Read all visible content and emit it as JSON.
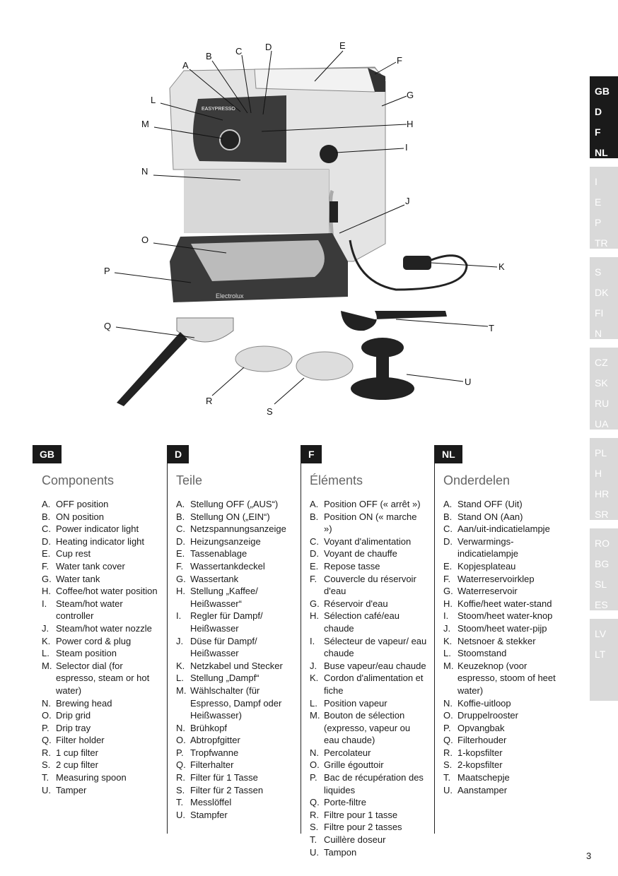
{
  "diagram": {
    "labels": {
      "A": "A",
      "B": "B",
      "C": "C",
      "D": "D",
      "E": "E",
      "F": "F",
      "G": "G",
      "H": "H",
      "I": "I",
      "J": "J",
      "K": "K",
      "L": "L",
      "M": "M",
      "N": "N",
      "O": "O",
      "P": "P",
      "Q": "Q",
      "R": "R",
      "S": "S",
      "T": "T",
      "U": "U"
    },
    "brand": "Electrolux",
    "model": "EASYPRESSO"
  },
  "columns": [
    {
      "tab": "GB",
      "heading": "Components",
      "items": [
        [
          "A.",
          "OFF position"
        ],
        [
          "B.",
          "ON position"
        ],
        [
          "C.",
          "Power indicator light"
        ],
        [
          "D.",
          "Heating indicator light"
        ],
        [
          "E.",
          "Cup rest"
        ],
        [
          "F.",
          "Water tank cover"
        ],
        [
          "G.",
          "Water tank"
        ],
        [
          "H.",
          "Coffee/hot water position"
        ],
        [
          "I.",
          "Steam/hot water controller"
        ],
        [
          "J.",
          "Steam/hot water nozzle"
        ],
        [
          "K.",
          "Power cord & plug"
        ],
        [
          "L.",
          "Steam position"
        ],
        [
          "M.",
          "Selector dial (for espresso, steam or hot water)"
        ],
        [
          "N.",
          "Brewing head"
        ],
        [
          "O.",
          "Drip grid"
        ],
        [
          "P.",
          "Drip tray"
        ],
        [
          "Q.",
          "Filter holder"
        ],
        [
          "R.",
          "1 cup filter"
        ],
        [
          "S.",
          "2 cup filter"
        ],
        [
          "T.",
          "Measuring spoon"
        ],
        [
          "U.",
          "Tamper"
        ]
      ]
    },
    {
      "tab": "D",
      "heading": "Teile",
      "items": [
        [
          "A.",
          "Stellung OFF („AUS“)"
        ],
        [
          "B.",
          "Stellung ON („EIN“)"
        ],
        [
          "C.",
          "Netzspannungsanzeige"
        ],
        [
          "D.",
          "Heizungsanzeige"
        ],
        [
          "E.",
          "Tassenablage"
        ],
        [
          "F.",
          "Wassertankdeckel"
        ],
        [
          "G.",
          "Wassertank"
        ],
        [
          "H.",
          "Stellung „Kaffee/ Heißwasser“"
        ],
        [
          "I.",
          "Regler für Dampf/ Heißwasser"
        ],
        [
          "J.",
          "Düse für Dampf/ Heißwasser"
        ],
        [
          "K.",
          "Netzkabel und Stecker"
        ],
        [
          "L.",
          "Stellung „Dampf“"
        ],
        [
          "M.",
          "Wählschalter (für Espresso, Dampf oder Heißwasser)"
        ],
        [
          "N.",
          "Brühkopf"
        ],
        [
          "O.",
          "Abtropfgitter"
        ],
        [
          "P.",
          "Tropfwanne"
        ],
        [
          "Q.",
          "Filterhalter"
        ],
        [
          "R.",
          "Filter für 1 Tasse"
        ],
        [
          "S.",
          "Filter für 2 Tassen"
        ],
        [
          "T.",
          "Messlöffel"
        ],
        [
          "U.",
          "Stampfer"
        ]
      ]
    },
    {
      "tab": "F",
      "heading": "Éléments",
      "items": [
        [
          "A.",
          "Position OFF (« arrêt »)"
        ],
        [
          "B.",
          "Position ON (« marche »)"
        ],
        [
          "C.",
          "Voyant d'alimentation"
        ],
        [
          "D.",
          "Voyant de chauffe"
        ],
        [
          "E.",
          "Repose tasse"
        ],
        [
          "F.",
          "Couvercle du réservoir d'eau"
        ],
        [
          "G.",
          "Réservoir d'eau"
        ],
        [
          "H.",
          "Sélection café/eau chaude"
        ],
        [
          "I.",
          "Sélecteur de vapeur/ eau chaude"
        ],
        [
          "J.",
          "Buse vapeur/eau chaude"
        ],
        [
          "K.",
          "Cordon d'alimentation et fiche"
        ],
        [
          "L.",
          "Position vapeur"
        ],
        [
          "M.",
          "Bouton de sélection (expresso, vapeur ou eau chaude)"
        ],
        [
          "N.",
          "Percolateur"
        ],
        [
          "O.",
          "Grille égouttoir"
        ],
        [
          "P.",
          "Bac de récupération des liquides"
        ],
        [
          "Q.",
          "Porte-filtre"
        ],
        [
          "R.",
          "Filtre pour 1 tasse"
        ],
        [
          "S.",
          "Filtre pour 2 tasses"
        ],
        [
          "T.",
          "Cuillère doseur"
        ],
        [
          "U.",
          "Tampon"
        ]
      ]
    },
    {
      "tab": "NL",
      "heading": "Onderdelen",
      "items": [
        [
          "A.",
          "Stand OFF (Uit)"
        ],
        [
          "B.",
          "Stand ON (Aan)"
        ],
        [
          "C.",
          "Aan/uit-indicatielampje"
        ],
        [
          "D.",
          "Verwarmings- indicatielampje"
        ],
        [
          "E.",
          "Kopjesplateau"
        ],
        [
          "F.",
          "Waterreservoirklep"
        ],
        [
          "G.",
          "Waterreservoir"
        ],
        [
          "H.",
          "Koffie/heet water-stand"
        ],
        [
          "I.",
          "Stoom/heet water-knop"
        ],
        [
          "J.",
          "Stoom/heet water-pijp"
        ],
        [
          "K.",
          "Netsnoer & stekker"
        ],
        [
          "L.",
          "Stoomstand"
        ],
        [
          "M.",
          "Keuzeknop (voor espresso, stoom of heet water)"
        ],
        [
          "N.",
          "Koffie-uitloop"
        ],
        [
          "O.",
          "Druppelrooster"
        ],
        [
          "P.",
          "Opvangbak"
        ],
        [
          "Q.",
          "Filterhouder"
        ],
        [
          "R.",
          "1-kopsfilter"
        ],
        [
          "S.",
          "2-kopsfilter"
        ],
        [
          "T.",
          "Maatschepje"
        ],
        [
          "U.",
          "Aanstamper"
        ]
      ]
    }
  ],
  "languages": [
    [
      "GB",
      "D",
      "F",
      "NL"
    ],
    [
      "I",
      "E",
      "P",
      "TR"
    ],
    [
      "S",
      "DK",
      "FI",
      "N"
    ],
    [
      "CZ",
      "SK",
      "RU",
      "UA"
    ],
    [
      "PL",
      "H",
      "HR",
      "SR"
    ],
    [
      "RO",
      "BG",
      "SL",
      "ES"
    ],
    [
      "LV",
      "LT"
    ]
  ],
  "page_number": "3"
}
